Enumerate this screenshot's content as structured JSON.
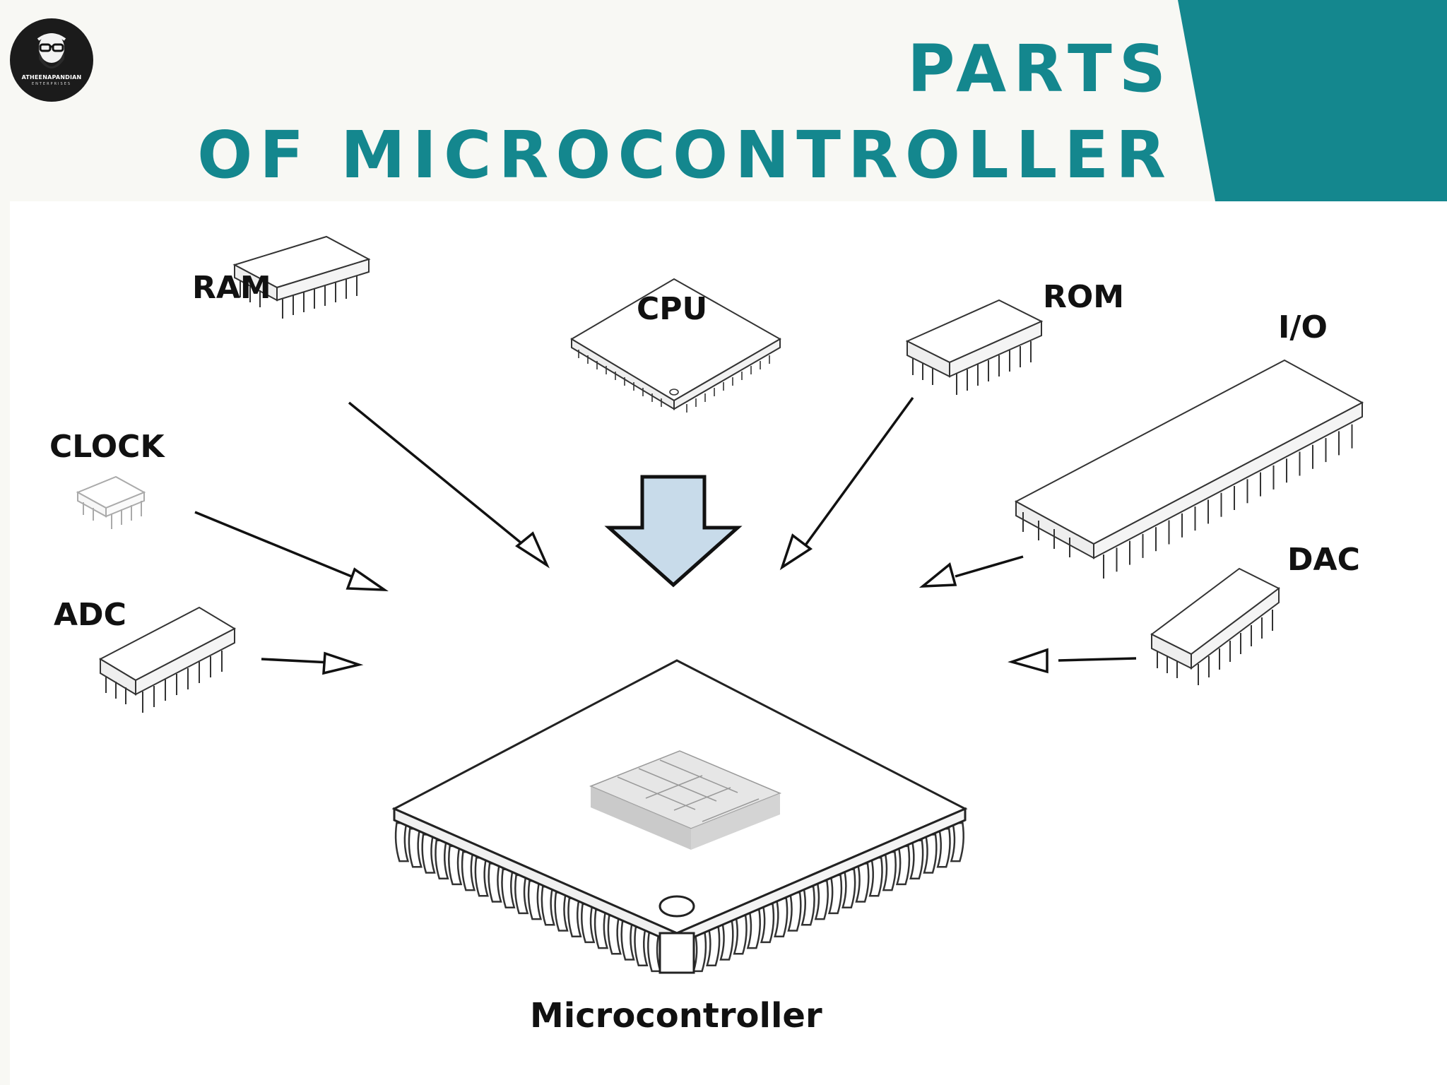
{
  "header": {
    "title_line1": "PARTS",
    "title_line2": "OF MICROCONTROLLER",
    "logo_name": "ATHEENAPANDIAN",
    "logo_sub": "ENTERPRISES"
  },
  "colors": {
    "accent": "#14878e",
    "page_background": "#f8f8f4",
    "diagram_background": "#ffffff",
    "arrow_fill": "#c8dbea"
  },
  "diagram": {
    "components": {
      "ram": "RAM",
      "cpu": "CPU",
      "rom": "ROM",
      "io": "I/O",
      "clock": "CLOCK",
      "adc": "ADC",
      "dac": "DAC"
    },
    "center_label": "Microcontroller"
  }
}
